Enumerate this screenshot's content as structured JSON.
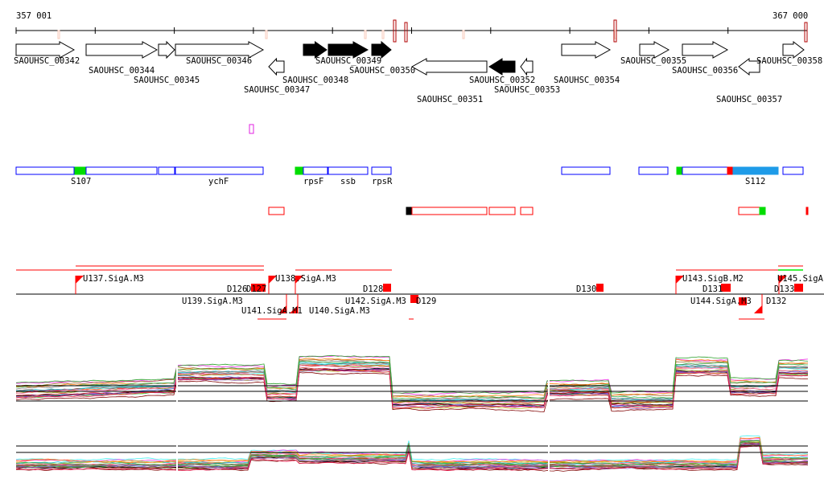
{
  "ruler": {
    "start": "357 001",
    "end": "367 000"
  },
  "genes": [
    {
      "name": "SAOUHSC_00342",
      "strand": "+",
      "filled": false
    },
    {
      "name": "SAOUHSC_00344",
      "strand": "+",
      "filled": false
    },
    {
      "name": "SAOUHSC_00345",
      "strand": "+",
      "filled": false
    },
    {
      "name": "SAOUHSC_00346",
      "strand": "+",
      "filled": false
    },
    {
      "name": "SAOUHSC_00347",
      "strand": "-",
      "filled": false
    },
    {
      "name": "SAOUHSC_00348",
      "strand": "+",
      "filled": true
    },
    {
      "name": "SAOUHSC_00349",
      "strand": "+",
      "filled": true
    },
    {
      "name": "SAOUHSC_00350",
      "strand": "+",
      "filled": true
    },
    {
      "name": "SAOUHSC_00351",
      "strand": "-",
      "filled": false
    },
    {
      "name": "SAOUHSC_00352",
      "strand": "-",
      "filled": true
    },
    {
      "name": "SAOUHSC_00353",
      "strand": "-",
      "filled": false
    },
    {
      "name": "SAOUHSC_00354",
      "strand": "+",
      "filled": false
    },
    {
      "name": "SAOUHSC_00355",
      "strand": "+",
      "filled": false
    },
    {
      "name": "SAOUHSC_00356",
      "strand": "+",
      "filled": false
    },
    {
      "name": "SAOUHSC_00357",
      "strand": "-",
      "filled": false
    },
    {
      "name": "SAOUHSC_00358",
      "strand": "+",
      "filled": false
    }
  ],
  "features": {
    "labels": [
      "S107",
      "ychF",
      "rpsF",
      "ssb",
      "rpsR",
      "S112"
    ]
  },
  "promoters": [
    "U137.SigA.M3",
    "U138.SigA.M3",
    "U140.SigA.M3",
    "U139.SigA.M3",
    "U141.SigA.M1",
    "U142.SigA.M3",
    "U143.SigB.M2",
    "U144.SigA.M3",
    "U145.SigA"
  ],
  "terminators": [
    "D126",
    "D127",
    "D128",
    "D129",
    "D130",
    "D131",
    "D132",
    "D133"
  ],
  "colors": {
    "gene": "#000000",
    "feature": "#0000ff",
    "operon": "#ff0000",
    "green": "#00dd00",
    "cyan": "#1e9be8"
  }
}
